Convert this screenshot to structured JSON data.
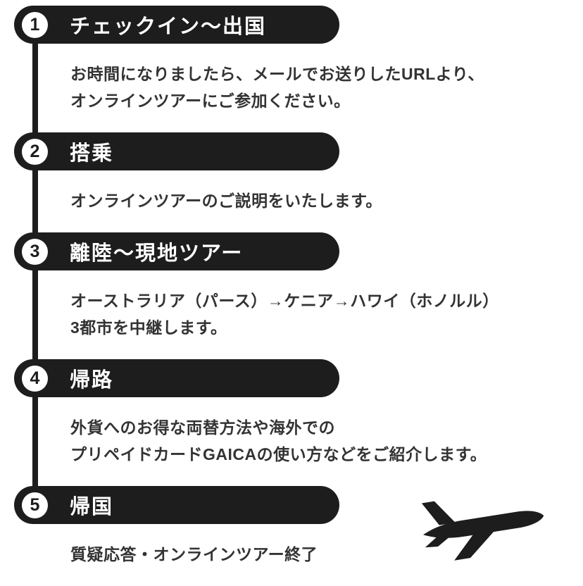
{
  "colors": {
    "page_background": "#ffffff",
    "pill_background": "#1d1d1d",
    "pill_text": "#ffffff",
    "number_badge_background": "#ffffff",
    "number_badge_text": "#1d1d1d",
    "description_text": "#333333",
    "connector_line": "#1d1d1d",
    "airplane": "#1d1d1d"
  },
  "icons": {
    "airplane": "right-facing jet airliner silhouette, tilted upward"
  },
  "steps": [
    {
      "number": "1",
      "title": "チェックイン〜出国",
      "description_lines": [
        "お時間になりましたら、メールでお送りしたURLより、",
        "オンラインツアーにご参加ください。"
      ]
    },
    {
      "number": "2",
      "title": "搭乗",
      "description_lines": [
        "オンラインツアーのご説明をいたします。"
      ]
    },
    {
      "number": "3",
      "title": "離陸〜現地ツアー",
      "description_lines": [
        "オーストラリア（パース）→ケニア→ハワイ（ホノルル）",
        "3都市を中継します。"
      ]
    },
    {
      "number": "4",
      "title": "帰路",
      "description_lines": [
        "外貨へのお得な両替方法や海外での",
        "プリペイドカードGAICAの使い方などをご紹介します。"
      ]
    },
    {
      "number": "5",
      "title": "帰国",
      "description_lines": [
        "質疑応答・オンラインツアー終了"
      ]
    }
  ]
}
